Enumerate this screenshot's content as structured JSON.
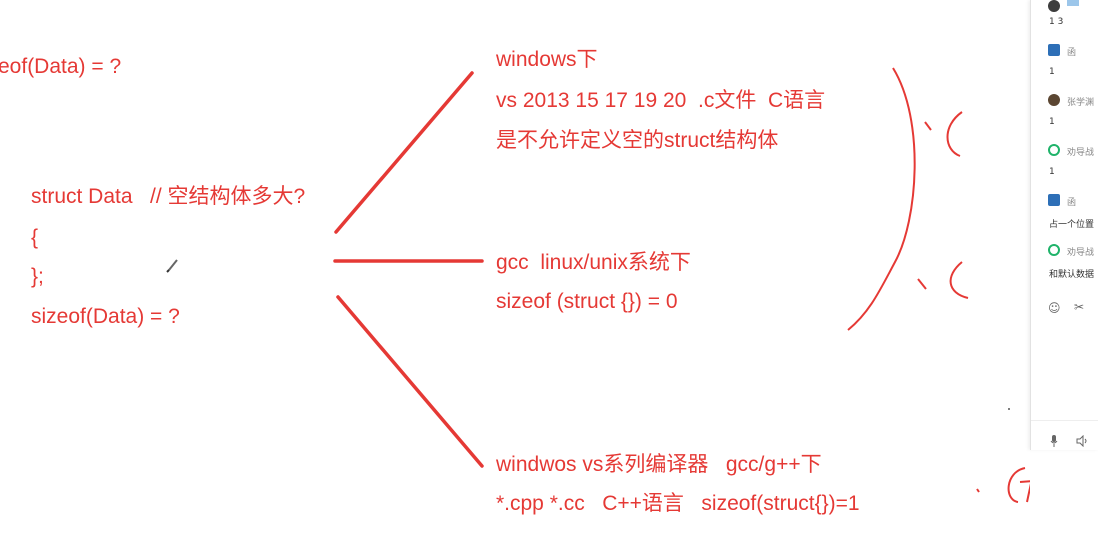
{
  "board": {
    "left_code": {
      "top_partial": "eof(Data) = ?",
      "struct_line": "struct Data   // 空结构体多大?",
      "brace_open": "{",
      "brace_close": "};",
      "sizeof_line": "sizeof(Data) = ?"
    },
    "branch_windows": {
      "line1": "windows下",
      "line2": "vs 2013 15 17 19 20  .c文件  C语言",
      "line3": "是不允许定义空的struct结构体"
    },
    "branch_gcc": {
      "line1": "gcc  linux/unix系统下",
      "line2": "sizeof (struct {}) = 0"
    },
    "branch_cpp": {
      "line1": "windwos vs系列编译器   gcc/g++下",
      "line2": "*.cpp *.cc   C++语言   sizeof(struct{})=1"
    },
    "handwritten_note": "C++",
    "ink_color": "#e53935"
  },
  "chat": {
    "messages": [
      {
        "name": "",
        "text": "1  3"
      },
      {
        "name": "函",
        "text": "1"
      },
      {
        "name": "张学渊",
        "text": "1"
      },
      {
        "name": "劝导战",
        "text": "1"
      },
      {
        "name": "函",
        "text": "占一个位置"
      },
      {
        "name": "劝导战",
        "text": "和默认数据"
      }
    ],
    "toolbar_icons": [
      "emoji-icon",
      "scissors-icon"
    ],
    "footer_icons": [
      "microphone-icon",
      "speaker-icon"
    ]
  }
}
